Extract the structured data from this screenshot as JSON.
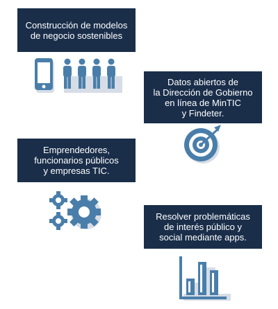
{
  "blocks": [
    {
      "text": "Construcción de modelos\nde negocio sostenibles",
      "icon": "phone-and-people-icon"
    },
    {
      "text": "Datos abiertos de\nla Dirección de Gobierno\nen línea de MinTIC\ny Findeter.",
      "icon": "target-icon"
    },
    {
      "text": "Emprendedores,\nfuncionarios públicos\ny empresas TIC.",
      "icon": "gears-icon"
    },
    {
      "text": "Resolver problemáticas\nde interés público y\nsocial mediante apps.",
      "icon": "bar-chart-icon"
    }
  ],
  "colors": {
    "box_bg": "#1a2e4a",
    "box_text": "#ffffff",
    "icon": "#4a7eaa",
    "icon_shadow": "#d6dde6"
  }
}
